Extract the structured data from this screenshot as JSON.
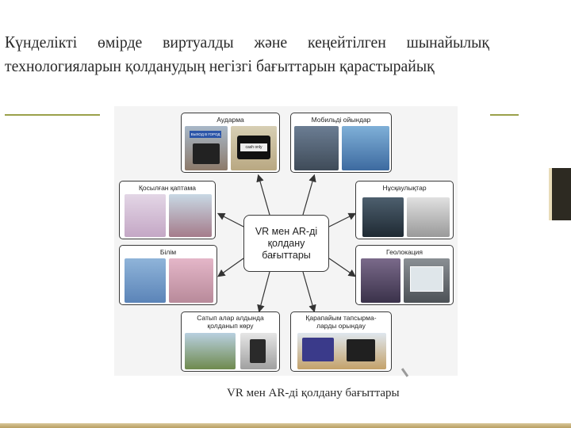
{
  "title": "Күнделікті өмірде виртуалды және кеңейтілген шынайылық технологияларын қолданудың негізгі бағыттарын қарастырайық",
  "diagram": {
    "center": "VR мен AR-ді\nқолдану\nбағыттары",
    "nodes": [
      {
        "id": "translation",
        "label": "Аударма"
      },
      {
        "id": "mobile-games",
        "label": "Мобильді ойындар"
      },
      {
        "id": "packaging",
        "label": "Қосылған қаптама"
      },
      {
        "id": "instructions",
        "label": "Нұсқаулықтар"
      },
      {
        "id": "education",
        "label": "Білім"
      },
      {
        "id": "geolocation",
        "label": "Геолокация"
      },
      {
        "id": "try-before-buy",
        "label": "Сатып алар алдында қолданып көру"
      },
      {
        "id": "simple-tasks",
        "label": "Қарапайым тапсырма-ларды орындау"
      }
    ],
    "screen_texts": {
      "translation_sign": "ВЫХОД В ГОРОД",
      "translation_overlay": "cash only"
    }
  },
  "caption": "VR мен AR-ді қолдану бағыттары",
  "colors": {
    "rule": "#9aa14a",
    "tab": "#2d2a22",
    "band": "#c4ad74"
  }
}
